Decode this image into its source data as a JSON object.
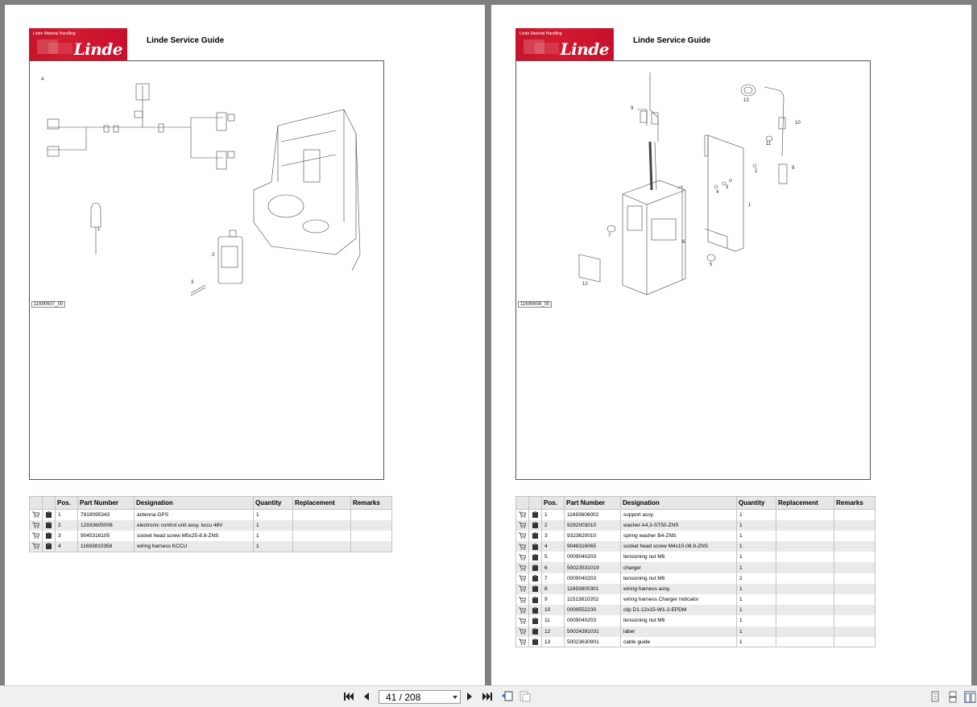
{
  "toolbar": {
    "page_indicator": "41 / 208"
  },
  "pages": [
    {
      "logo": {
        "company_line": "Linde Material Handling",
        "brand": "Linde"
      },
      "guide_title": "Linde Service Guide",
      "drawing": {
        "id": "11690607_00",
        "callouts": [
          "4",
          "1",
          "2",
          "3"
        ]
      },
      "table": {
        "headers": [
          "",
          "",
          "Pos.",
          "Part Number",
          "Designation",
          "Quantity",
          "Replacement",
          "Remarks"
        ],
        "rows": [
          {
            "pos": "1",
            "part_number": "7919095343",
            "designation": "antenna GPS",
            "quantity": "1",
            "replacement": "",
            "remarks": ""
          },
          {
            "pos": "2",
            "part_number": "12933605006",
            "designation": "electronic control unit assy. kccu 48V",
            "quantity": "1",
            "replacement": "",
            "remarks": ""
          },
          {
            "pos": "3",
            "part_number": "9045316105",
            "designation": "socket head screw M5x25-8.8-ZNS",
            "quantity": "1",
            "replacement": "",
            "remarks": ""
          },
          {
            "pos": "4",
            "part_number": "11693810358",
            "designation": "wiring harness KCCU",
            "quantity": "1",
            "replacement": "",
            "remarks": ""
          }
        ]
      }
    },
    {
      "logo": {
        "company_line": "Linde Material Handling",
        "brand": "Linde"
      },
      "guide_title": "Linde Service Guide",
      "drawing": {
        "id": "11690608_00",
        "callouts": [
          "9",
          "13",
          "10",
          "11",
          "8",
          "2",
          "3",
          "4",
          "1",
          "7",
          "6",
          "5",
          "12"
        ]
      },
      "table": {
        "headers": [
          "",
          "",
          "Pos.",
          "Part Number",
          "Designation",
          "Quantity",
          "Replacement",
          "Remarks"
        ],
        "rows": [
          {
            "pos": "1",
            "part_number": "11693606002",
            "designation": "support assy.",
            "quantity": "1",
            "replacement": "",
            "remarks": ""
          },
          {
            "pos": "2",
            "part_number": "9292003010",
            "designation": "washer A4,3-ST50-ZNS",
            "quantity": "1",
            "replacement": "",
            "remarks": ""
          },
          {
            "pos": "3",
            "part_number": "9323620010",
            "designation": "spring washer B4-ZNS",
            "quantity": "1",
            "replacement": "",
            "remarks": ""
          },
          {
            "pos": "4",
            "part_number": "9048316065",
            "designation": "socket head screw M4x10-08.8-ZNS",
            "quantity": "1",
            "replacement": "",
            "remarks": ""
          },
          {
            "pos": "5",
            "part_number": "0009040203",
            "designation": "tensioning nut M6",
            "quantity": "1",
            "replacement": "",
            "remarks": ""
          },
          {
            "pos": "6",
            "part_number": "50023531019",
            "designation": "charger",
            "quantity": "1",
            "replacement": "",
            "remarks": ""
          },
          {
            "pos": "7",
            "part_number": "0009040203",
            "designation": "tensioning nut M6",
            "quantity": "2",
            "replacement": "",
            "remarks": ""
          },
          {
            "pos": "8",
            "part_number": "11693800301",
            "designation": "wiring harness assy.",
            "quantity": "1",
            "replacement": "",
            "remarks": ""
          },
          {
            "pos": "9",
            "part_number": "11513810202",
            "designation": "wiring harness Charger indicator",
            "quantity": "1",
            "replacement": "",
            "remarks": ""
          },
          {
            "pos": "10",
            "part_number": "0009552230",
            "designation": "clip D1-12x15-W1-2-EPDM",
            "quantity": "1",
            "replacement": "",
            "remarks": ""
          },
          {
            "pos": "11",
            "part_number": "0009040203",
            "designation": "tensioning nut M6",
            "quantity": "1",
            "replacement": "",
            "remarks": ""
          },
          {
            "pos": "12",
            "part_number": "50024391031",
            "designation": "label",
            "quantity": "1",
            "replacement": "",
            "remarks": ""
          },
          {
            "pos": "13",
            "part_number": "50023630901",
            "designation": "cable guide",
            "quantity": "1",
            "replacement": "",
            "remarks": ""
          }
        ]
      }
    }
  ],
  "icons": {
    "first": "skip-first-icon",
    "prev": "prev-page-icon",
    "next": "next-page-icon",
    "last": "skip-last-icon",
    "cart": "cart-icon",
    "info": "clipboard-icon"
  },
  "colors": {
    "brand_red": "#c8102e",
    "row_alt": "#eaeaea",
    "viewer_bg": "#808080"
  }
}
